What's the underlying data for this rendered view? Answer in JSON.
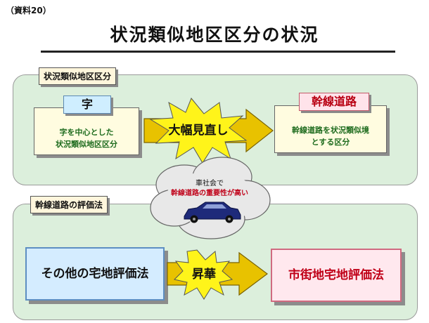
{
  "doc_label": "（資料20）",
  "title": "状況類似地区区分の状況",
  "section1": {
    "label": "状況類似地区区分",
    "aza": {
      "chip": "字",
      "desc_line1": "字を中心とした",
      "desc_line2": "状況類似地区区分"
    },
    "arrow_label": "大幅見直し",
    "road": {
      "chip": "幹線道路",
      "desc_line1": "幹線道路を状況類似境",
      "desc_line2": "とする区分"
    }
  },
  "cloud": {
    "line1": "車社会で",
    "line2": "幹線道路の重要性が高い"
  },
  "section2": {
    "label": "幹線道路の評価法",
    "from": "その他の宅地評価法",
    "arrow_label": "昇華",
    "to": "市街地宅地評価法"
  },
  "colors": {
    "panel_fill": "#dcefdc",
    "arrow_fill": "#e8c200",
    "burst_fill": "#fff41a",
    "red_text": "#c00018",
    "green_text": "#1d6b1d"
  }
}
